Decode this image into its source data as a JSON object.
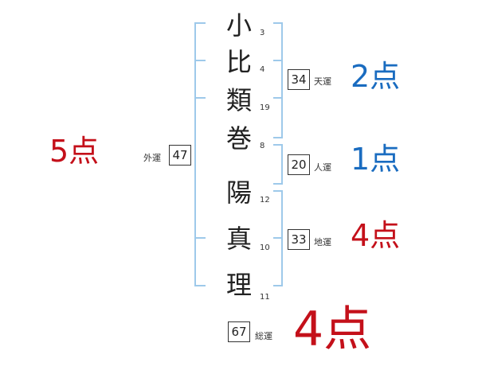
{
  "name": {
    "chars": [
      "小",
      "比",
      "類",
      "巻",
      "陽",
      "真",
      "理"
    ],
    "strokes": [
      "3",
      "4",
      "19",
      "8",
      "12",
      "10",
      "11"
    ]
  },
  "tenkaku": {
    "label": "天運",
    "value": "34",
    "score": "2点"
  },
  "jinkaku": {
    "label": "人運",
    "value": "20",
    "score": "1点"
  },
  "chikaku": {
    "label": "地運",
    "value": "33",
    "score": "4点"
  },
  "gaikaku": {
    "label": "外運",
    "value": "47",
    "score": "5点"
  },
  "soukaku": {
    "label": "総運",
    "value": "67",
    "score": "4点"
  },
  "colors": {
    "good": "#1a6cc0",
    "bad": "#c4101a",
    "bracket": "#9ec9ea"
  }
}
